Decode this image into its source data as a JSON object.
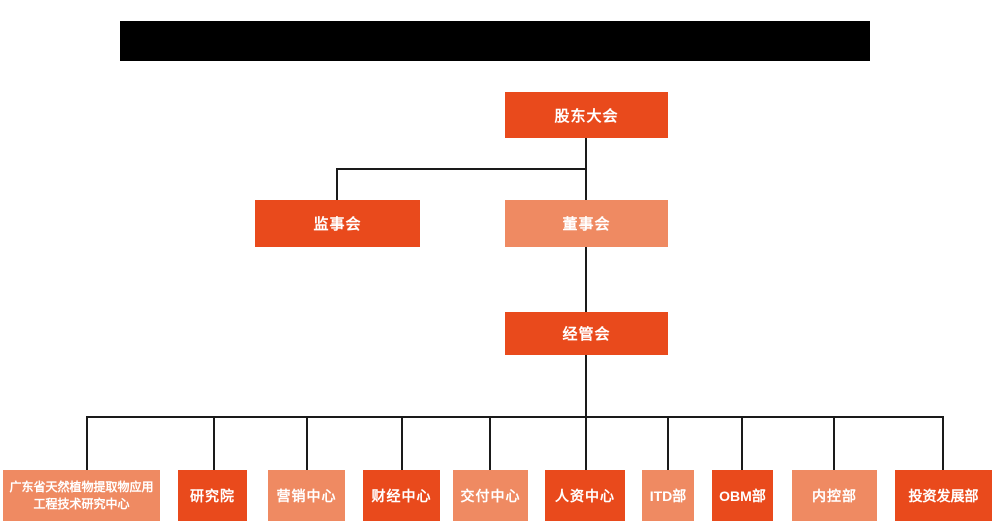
{
  "org_chart": {
    "redacted_title": "",
    "colors": {
      "primary_orange": "#E94A1C",
      "secondary_salmon": "#EF8A62",
      "connector_line": "#1A1A1A",
      "redaction_bar": "#000000",
      "node_text": "#FFFFFF"
    },
    "nodes": {
      "shareholders": {
        "label": "股东大会"
      },
      "supervisory": {
        "label": "监事会"
      },
      "board": {
        "label": "董事会"
      },
      "management": {
        "label": "经管会"
      }
    },
    "departments": [
      {
        "label": "广东省天然植物提取物应用工程技术研究中心",
        "tone": "light"
      },
      {
        "label": "研究院",
        "tone": "dark"
      },
      {
        "label": "营销中心",
        "tone": "light"
      },
      {
        "label": "财经中心",
        "tone": "dark"
      },
      {
        "label": "交付中心",
        "tone": "light"
      },
      {
        "label": "人资中心",
        "tone": "dark"
      },
      {
        "label": "ITD部",
        "tone": "light"
      },
      {
        "label": "OBM部",
        "tone": "dark"
      },
      {
        "label": "内控部",
        "tone": "light"
      },
      {
        "label": "投资发展部",
        "tone": "dark"
      }
    ],
    "hierarchy": [
      {
        "parent": "股东大会",
        "children": [
          "监事会",
          "董事会"
        ]
      },
      {
        "parent": "董事会",
        "children": [
          "经管会"
        ]
      },
      {
        "parent": "经管会",
        "children": [
          "广东省天然植物提取物应用工程技术研究中心",
          "研究院",
          "营销中心",
          "财经中心",
          "交付中心",
          "人资中心",
          "ITD部",
          "OBM部",
          "内控部",
          "投资发展部"
        ]
      }
    ]
  }
}
